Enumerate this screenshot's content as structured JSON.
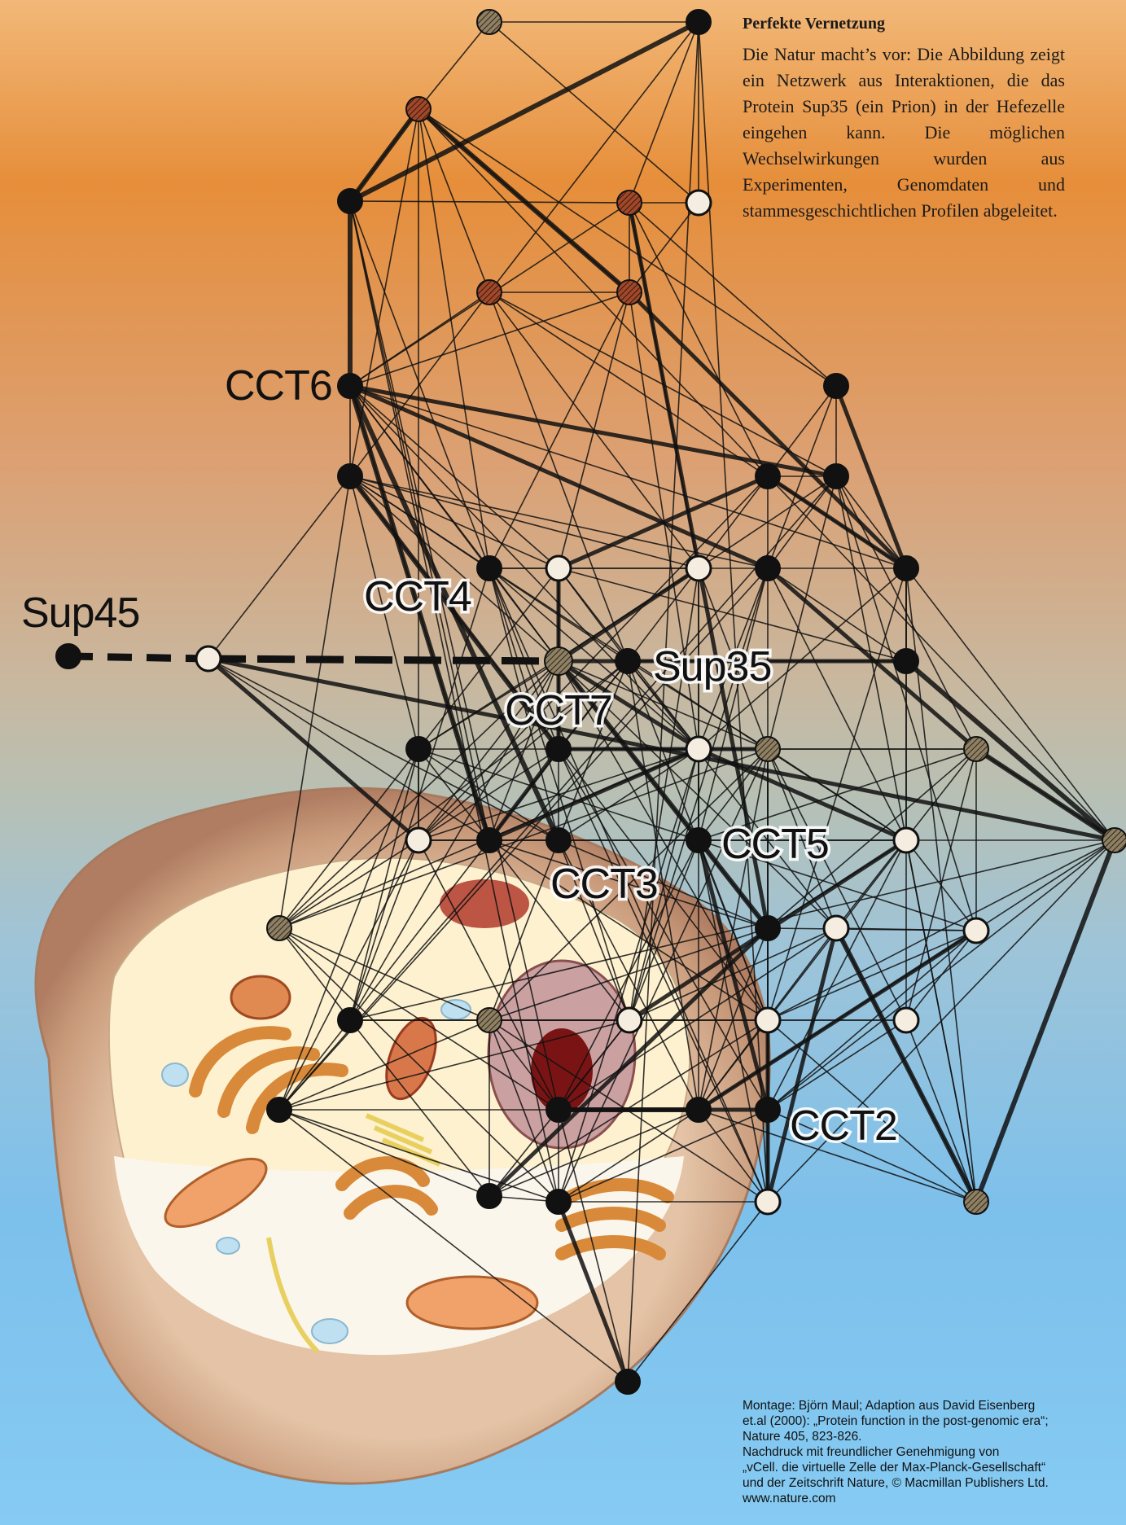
{
  "caption": {
    "title": "Perfekte Vernetzung",
    "body": "Die Natur macht’s vor: Die Abbildung zeigt ein Netzwerk aus Interaktionen, die das Protein Sup35 (ein Prion) in der Hefezelle eingehen kann. Die möglichen Wechselwirkungen wurden aus Experimenten, Genomdaten und stammesgeschichtlichen Profilen abgeleitet."
  },
  "labels": {
    "cct6": "CCT6",
    "sup45": "Sup45",
    "cct4": "CCT4",
    "sup35": "Sup35",
    "cct7": "CCT7",
    "cct5": "CCT5",
    "cct3": "CCT3",
    "cct2": "CCT2"
  },
  "credits": [
    "Montage: Björn Maul; Adaption aus David Eisenberg",
    "et.al (2000): „Protein function in the post-genomic era“;",
    "Nature 405, 823-826.",
    "Nachdruck mit freundlicher Genehmigung von",
    "„vCell. die virtuelle Zelle der Max-Planck-Gesellschaft“",
    "und der Zeitschrift Nature, © Macmillan Publishers Ltd.",
    "www.nature.com"
  ],
  "colors": {
    "node_dark": "#111111",
    "node_light": "#f4ede0",
    "node_hatched": "#7a6a50",
    "node_reddish": "#8a3a1c",
    "edge": "#111111",
    "cell_membrane": "#d9b394",
    "cytoplasm": "#fdf1cf"
  }
}
